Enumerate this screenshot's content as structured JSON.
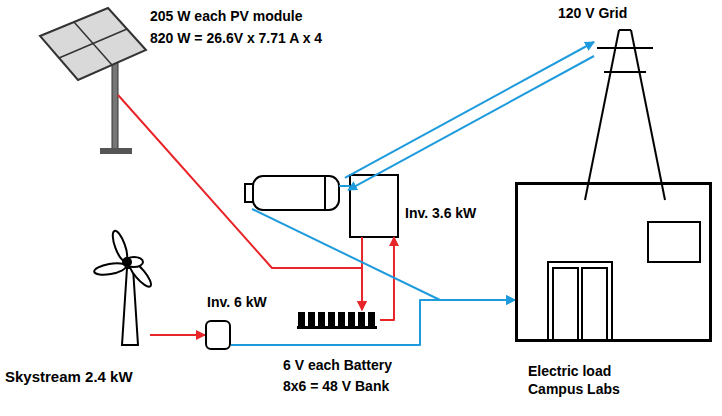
{
  "diagram": {
    "nodes": [
      {
        "text": [
          "205 W each PV module",
          "820 W = 26.6V x 7.71 A x 4"
        ]
      },
      {
        "text": [
          "120 V Grid"
        ]
      },
      {
        "text": [
          "Inv. 3.6 kW"
        ]
      },
      {
        "text": [
          "Inv. 6 kW"
        ]
      },
      {
        "text": [
          "6 V each Battery",
          "8x6 = 48 V Bank"
        ]
      },
      {
        "text": [
          "Skystream 2.4 kW"
        ]
      },
      {
        "text": [
          "Electric load Campus Labs"
        ]
      }
    ],
    "edges": [
      {
        "from": 0,
        "to": 4,
        "arrow": "to"
      },
      {
        "from": 2,
        "to": 4,
        "arrow": "to"
      },
      {
        "from": 4,
        "to": 2,
        "arrow": "to"
      },
      {
        "from": 2,
        "to": 1,
        "arrow": "to"
      },
      {
        "from": 1,
        "to": 2,
        "arrow": "to"
      },
      {
        "from": 2,
        "to": 6,
        "arrow": "to"
      },
      {
        "from": 5,
        "to": 3,
        "arrow": "to"
      },
      {
        "from": 3,
        "to": 6,
        "arrow": "to"
      }
    ]
  }
}
